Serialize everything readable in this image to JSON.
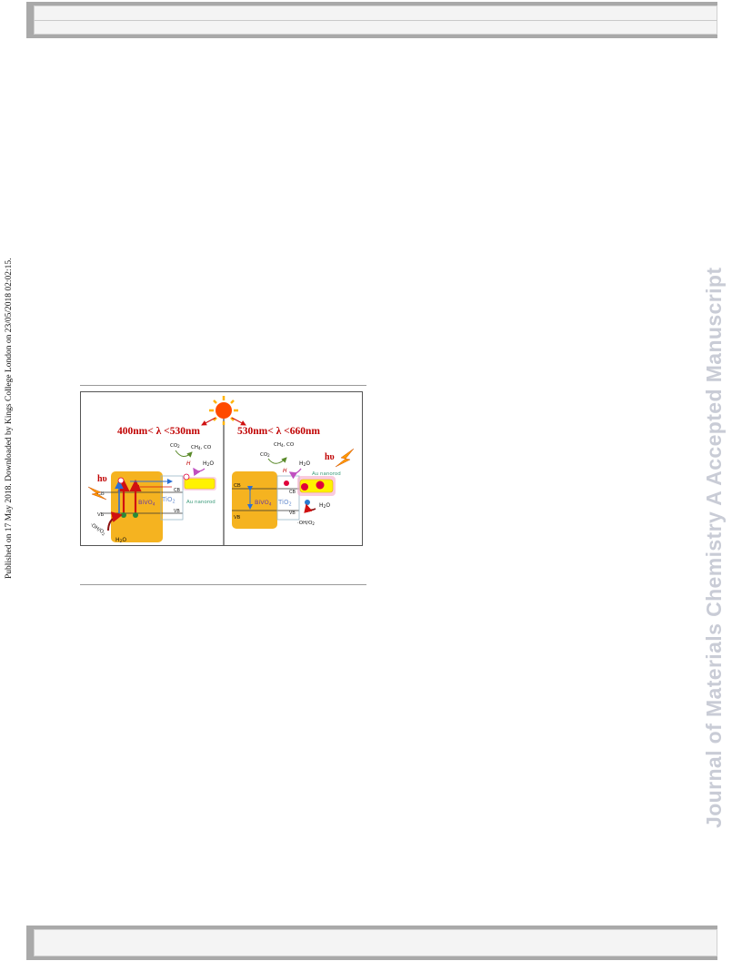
{
  "page": {
    "side_note": "Published on 17 May 2018. Downloaded by Kings College London on 23/05/2018 02:02:15.",
    "watermark": "Journal of Materials Chemistry A Accepted Manuscript"
  },
  "figure": {
    "left_panel": {
      "wavelength_range": "400nm< λ <530nm",
      "hv": "hυ",
      "cb": "CB",
      "vb": "VB",
      "cb_tio2": "CB",
      "vb_tio2": "VB",
      "bivo4": "BiVO",
      "bivo4_sub": "4",
      "tio2": "TiO",
      "tio2_sub": "2",
      "au_nanorod": "Au nanorod",
      "co2": "CO",
      "co2_sub": "2",
      "products": "CH",
      "products_sub": "4",
      "products_tail": ", CO",
      "h": "H",
      "h2o": "H",
      "h2o_sub": "2",
      "h2o_tail": "O",
      "oh_o2": "·OH/O",
      "oh_o2_sub": "2",
      "h2o_bottom": "H",
      "h2o_bottom_sub": "2",
      "h2o_bottom_tail": "O"
    },
    "right_panel": {
      "wavelength_range": "530nm< λ <660nm",
      "hv": "hυ",
      "cb": "CB",
      "vb": "VB",
      "cb_tio2": "CB",
      "vb_tio2": "VB",
      "bivo4": "BiVO",
      "bivo4_sub": "4",
      "tio2": "TiO",
      "tio2_sub": "2",
      "au_nanorod": "Au nanorod",
      "co2": "CO",
      "co2_sub": "2",
      "products": "CH",
      "products_sub": "4",
      "products_tail": ", CO",
      "h": "H",
      "h2o": "H",
      "h2o_sub": "2",
      "h2o_tail": "O",
      "h2o_right": "H",
      "h2o_right_sub": "2",
      "h2o_right_tail": "O",
      "oh_o2": "·OH/O",
      "oh_o2_sub": "2"
    },
    "colors": {
      "bivo4_block": "#f5b320",
      "au_nanorod_fill": "#fff200",
      "au_nanorod_glow": "#f7a8c8",
      "sun": "#ff4a00",
      "sun_rays": "#ffb300",
      "wavelength_text": "#c00000",
      "electron": "#e0003a",
      "hole": "#2a8a3a",
      "arrow_red": "#d01010",
      "arrow_blue": "#2a6fd6",
      "arrow_magenta": "#c050c0"
    }
  }
}
